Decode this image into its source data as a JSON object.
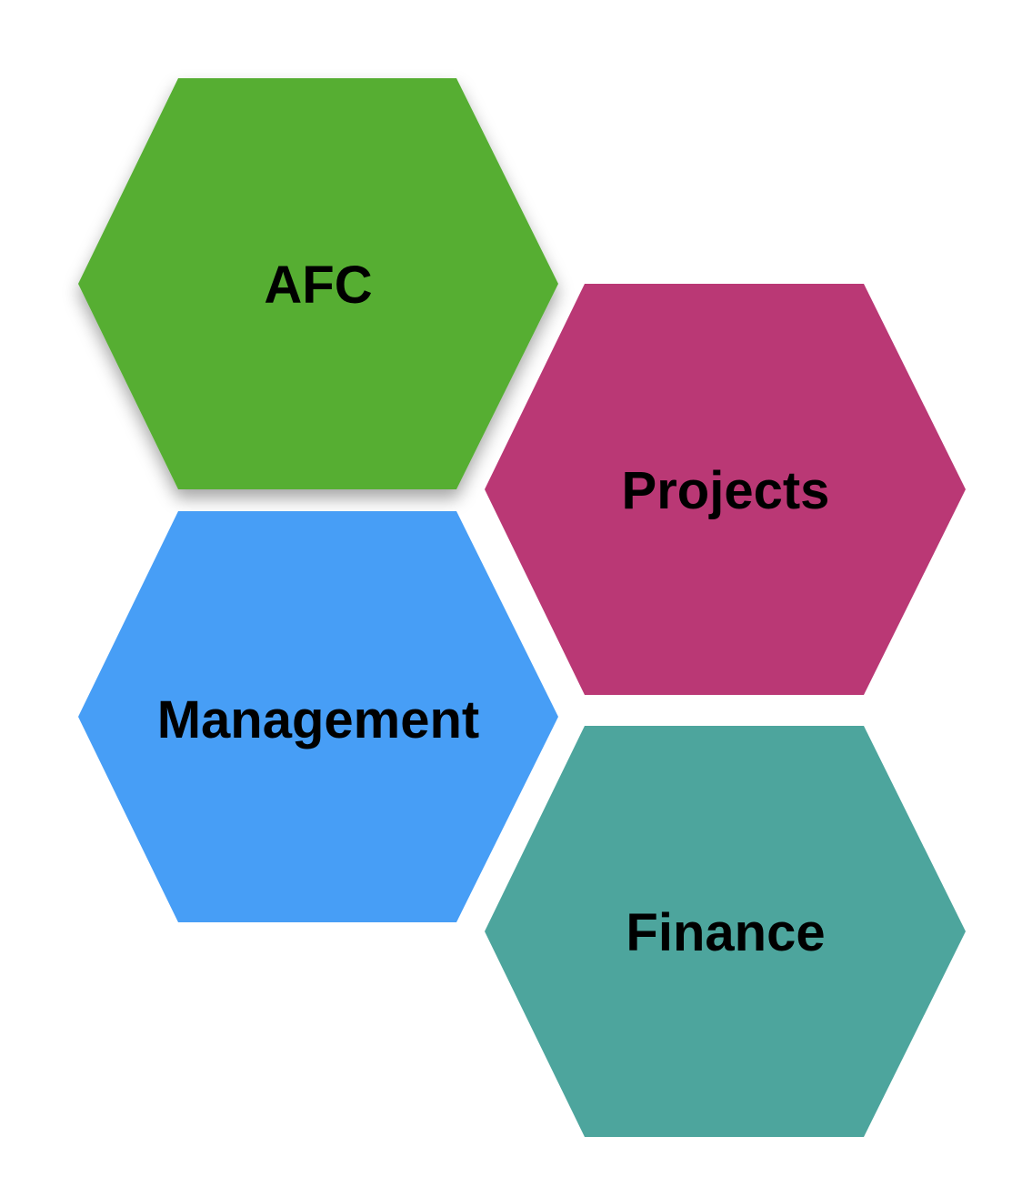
{
  "diagram": {
    "nodes": [
      {
        "id": "afc",
        "label": "AFC",
        "color": "#56AE33",
        "shadow": true
      },
      {
        "id": "projects",
        "label": "Projects",
        "color": "#BA3875",
        "shadow": false
      },
      {
        "id": "management",
        "label": "Management",
        "color": "#479EF6",
        "shadow": false
      },
      {
        "id": "finance",
        "label": "Finance",
        "color": "#4DA59D",
        "shadow": false
      }
    ]
  }
}
